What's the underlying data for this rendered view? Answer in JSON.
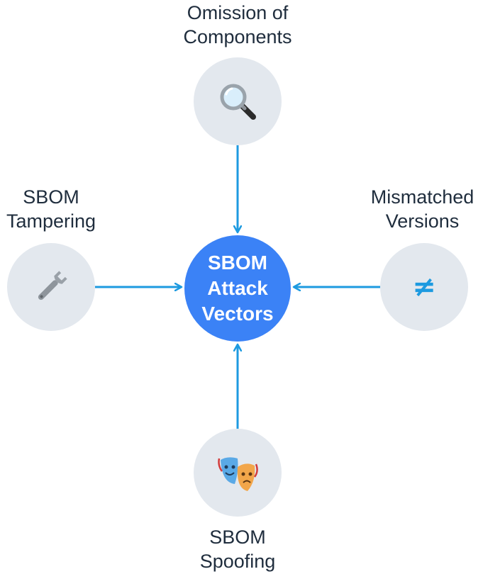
{
  "diagram": {
    "center": {
      "line1": "SBOM",
      "line2": "Attack",
      "line3": "Vectors"
    },
    "nodes": {
      "top": {
        "line1": "Omission of",
        "line2": "Components",
        "icon": "magnifying-glass-icon"
      },
      "left": {
        "line1": "SBOM",
        "line2": "Tampering",
        "icon": "wrench-icon"
      },
      "right": {
        "line1": "Mismatched",
        "line2": "Versions",
        "icon": "not-equal-icon",
        "symbol": "≠"
      },
      "bottom": {
        "line1": "SBOM",
        "line2": "Spoofing",
        "icon": "theater-masks-icon"
      }
    },
    "colors": {
      "center_fill": "#3b82f6",
      "node_fill": "#e3e8ee",
      "arrow": "#1d9ae0",
      "text": "#1f2d3d"
    }
  }
}
